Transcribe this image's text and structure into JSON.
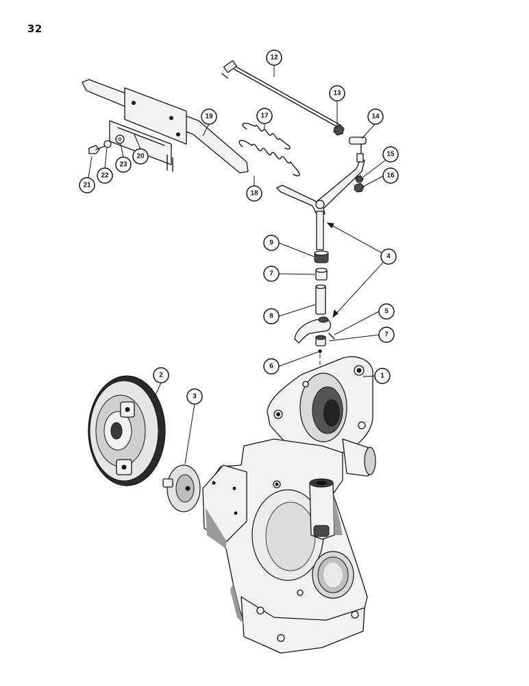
{
  "page_number": "32",
  "callouts": [
    "1",
    "2",
    "3",
    "4",
    "5",
    "6",
    "7",
    "7",
    "8",
    "9",
    "12",
    "13",
    "14",
    "15",
    "16",
    "17",
    "18",
    "19",
    "20",
    "21",
    "22",
    "23"
  ]
}
